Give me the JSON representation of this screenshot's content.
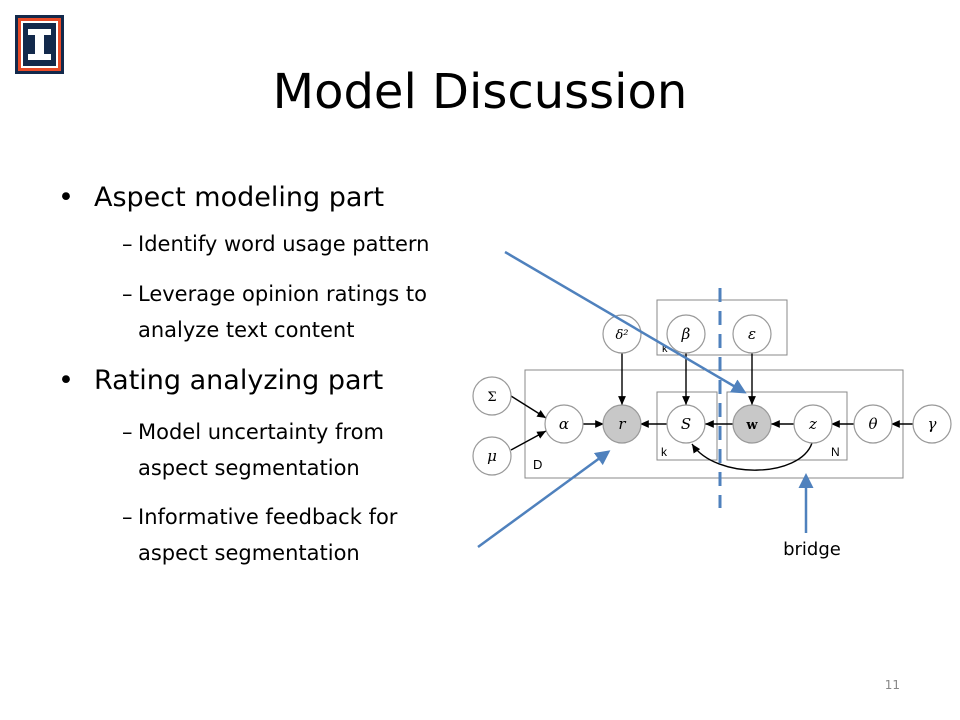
{
  "slide": {
    "title": "Model Discussion",
    "page_number": "11"
  },
  "bullets": [
    {
      "text": "Aspect modeling part",
      "subitems": [
        {
          "lines": [
            "Identify word usage pattern"
          ]
        },
        {
          "lines": [
            "Leverage opinion ratings to",
            "analyze text content"
          ]
        }
      ]
    },
    {
      "text": "Rating analyzing part",
      "subitems": [
        {
          "lines": [
            "Model uncertainty from",
            "aspect segmentation"
          ]
        },
        {
          "lines": [
            "Informative feedback for",
            "aspect segmentation"
          ]
        }
      ]
    }
  ],
  "diagram": {
    "nodes": {
      "delta": "δ²",
      "beta": "β",
      "epsilon": "ε",
      "sigma": "Σ",
      "mu": "μ",
      "alpha": "α",
      "r": "r",
      "s": "S",
      "w": "w",
      "z": "z",
      "theta": "θ",
      "gamma": "γ"
    },
    "plate_labels": {
      "top_k": "k",
      "d": "D",
      "k": "k",
      "n": "N"
    },
    "annotation": "bridge"
  },
  "colors": {
    "arrow": "#4f81bd",
    "dashed_line": "#4f81bd",
    "logo_orange": "#e84a27",
    "logo_navy": "#13294b",
    "shaded_node": "#c8c8c8"
  }
}
